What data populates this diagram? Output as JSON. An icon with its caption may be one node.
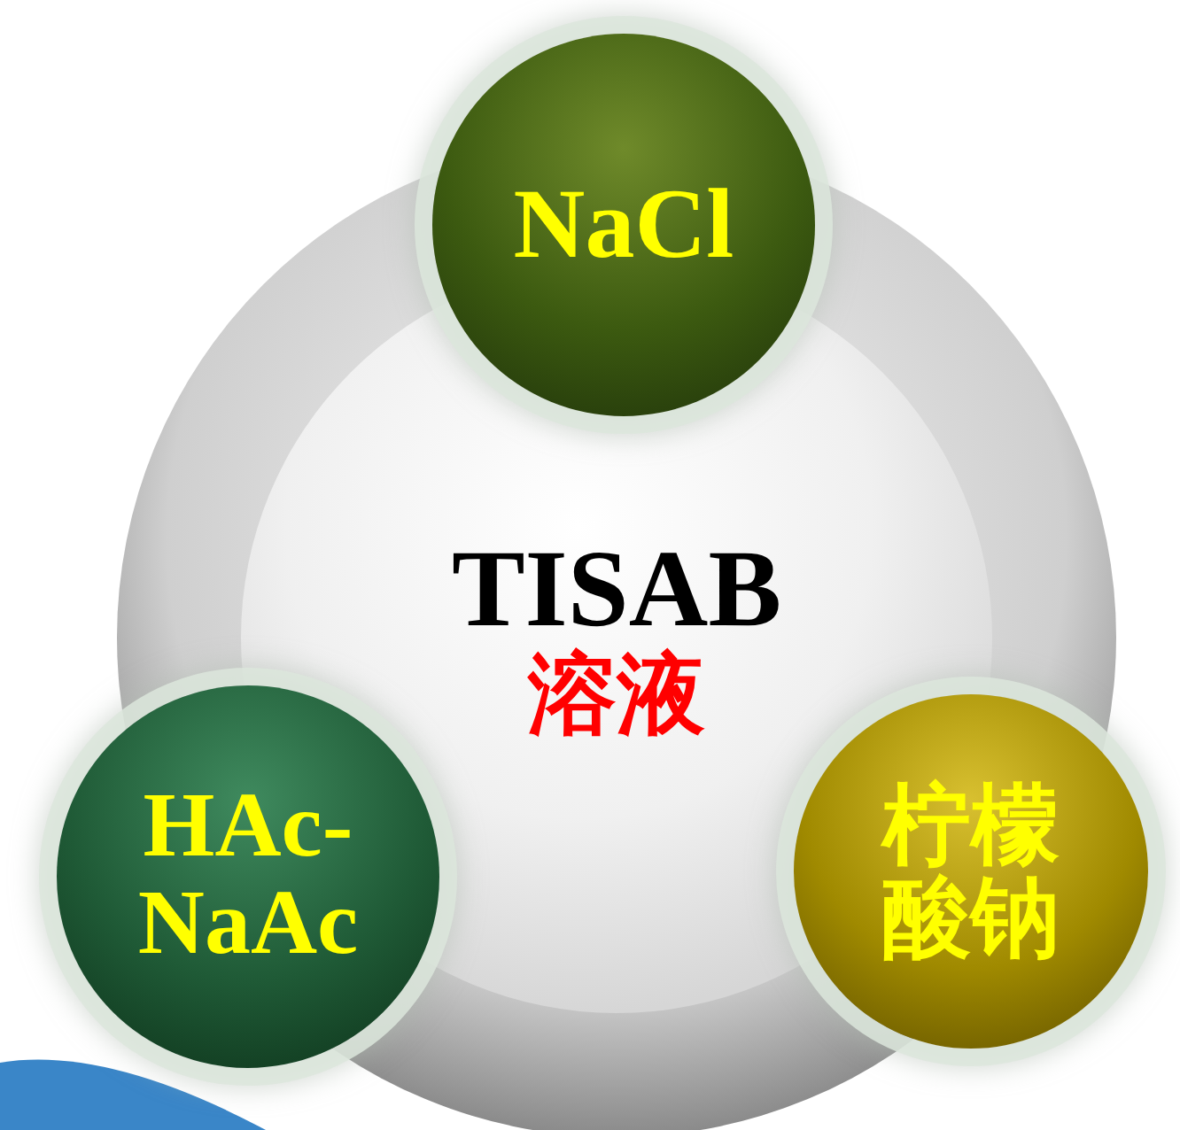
{
  "diagram": {
    "nodes": [
      {
        "text": [
          "TISAB",
          "溶液"
        ]
      },
      {
        "text": [
          "NaCl"
        ]
      },
      {
        "text": [
          "HAc- NaAc"
        ]
      },
      {
        "text": [
          "柠檬酸钠"
        ]
      }
    ]
  }
}
